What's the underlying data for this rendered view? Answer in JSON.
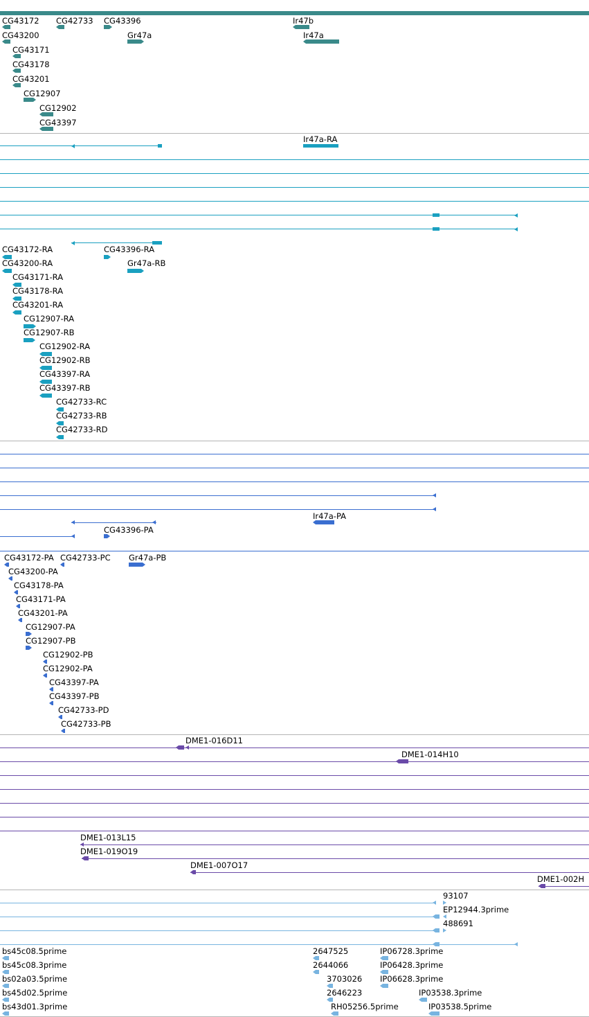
{
  "colors": {
    "gene": "#3a8a8a",
    "transcript": "#1aa0c0",
    "protein": "#3a6ed0",
    "clone": "#6a4aa8",
    "est": "#78b4e0",
    "divider": "#b4b4b4"
  },
  "tracks": {
    "genes": [
      {
        "label": "CG43172",
        "dir": "-"
      },
      {
        "label": "CG42733",
        "dir": "-"
      },
      {
        "label": "CG43396",
        "dir": "+"
      },
      {
        "label": "Ir47b",
        "dir": "-"
      },
      {
        "label": "CG43200",
        "dir": "-"
      },
      {
        "label": "Gr47a",
        "dir": "+"
      },
      {
        "label": "Ir47a",
        "dir": "-"
      },
      {
        "label": "CG43171",
        "dir": "-"
      },
      {
        "label": "CG43178",
        "dir": "-"
      },
      {
        "label": "CG43201",
        "dir": "-"
      },
      {
        "label": "CG12907",
        "dir": "+"
      },
      {
        "label": "CG12902",
        "dir": "-"
      },
      {
        "label": "CG43397",
        "dir": "-"
      }
    ],
    "transcripts": [
      {
        "label": "Ir47a-RA",
        "dir": "-"
      },
      {
        "label": "CG43172-RA",
        "dir": "-"
      },
      {
        "label": "CG43396-RA",
        "dir": "+"
      },
      {
        "label": "CG43200-RA",
        "dir": "-"
      },
      {
        "label": "Gr47a-RB",
        "dir": "+"
      },
      {
        "label": "CG43171-RA",
        "dir": "-"
      },
      {
        "label": "CG43178-RA",
        "dir": "-"
      },
      {
        "label": "CG43201-RA",
        "dir": "-"
      },
      {
        "label": "CG12907-RA",
        "dir": "+"
      },
      {
        "label": "CG12907-RB",
        "dir": "+"
      },
      {
        "label": "CG12902-RA",
        "dir": "-"
      },
      {
        "label": "CG12902-RB",
        "dir": "-"
      },
      {
        "label": "CG43397-RA",
        "dir": "-"
      },
      {
        "label": "CG43397-RB",
        "dir": "-"
      },
      {
        "label": "CG42733-RC",
        "dir": "-"
      },
      {
        "label": "CG42733-RB",
        "dir": "-"
      },
      {
        "label": "CG42733-RD",
        "dir": "-"
      }
    ],
    "proteins": [
      {
        "label": "Ir47a-PA",
        "dir": "-"
      },
      {
        "label": "CG43396-PA",
        "dir": "+"
      },
      {
        "label": "CG43172-PA",
        "dir": "-"
      },
      {
        "label": "CG42733-PC",
        "dir": "-"
      },
      {
        "label": "Gr47a-PB",
        "dir": "+"
      },
      {
        "label": "CG43200-PA",
        "dir": "-"
      },
      {
        "label": "CG43178-PA",
        "dir": "-"
      },
      {
        "label": "CG43171-PA",
        "dir": "-"
      },
      {
        "label": "CG43201-PA",
        "dir": "-"
      },
      {
        "label": "CG12907-PA",
        "dir": "+"
      },
      {
        "label": "CG12907-PB",
        "dir": "+"
      },
      {
        "label": "CG12902-PB",
        "dir": "-"
      },
      {
        "label": "CG12902-PA",
        "dir": "-"
      },
      {
        "label": "CG43397-PA",
        "dir": "-"
      },
      {
        "label": "CG43397-PB",
        "dir": "-"
      },
      {
        "label": "CG42733-PD",
        "dir": "-"
      },
      {
        "label": "CG42733-PB",
        "dir": "-"
      }
    ],
    "clones": [
      {
        "label": "DME1-016D11",
        "dir": "-"
      },
      {
        "label": "DME1-014H10",
        "dir": "-"
      },
      {
        "label": "DME1-013L15",
        "dir": "-"
      },
      {
        "label": "DME1-019O19",
        "dir": "-"
      },
      {
        "label": "DME1-007O17",
        "dir": "+"
      },
      {
        "label": "DME1-002H",
        "dir": "-"
      }
    ],
    "ests": [
      {
        "label": "93107",
        "dir": "+"
      },
      {
        "label": "EP12944.3prime",
        "dir": "+"
      },
      {
        "label": "488691",
        "dir": "+"
      },
      {
        "label": "bs45c08.5prime",
        "dir": "-"
      },
      {
        "label": "bs45c08.3prime",
        "dir": "-"
      },
      {
        "label": "bs02a03.5prime",
        "dir": "-"
      },
      {
        "label": "bs45d02.5prime",
        "dir": "-"
      },
      {
        "label": "bs43d01.3prime",
        "dir": "-"
      },
      {
        "label": "2647525",
        "dir": "-"
      },
      {
        "label": "2644066",
        "dir": "-"
      },
      {
        "label": "3703026",
        "dir": "-"
      },
      {
        "label": "2646223",
        "dir": "-"
      },
      {
        "label": "RH05256.5prime",
        "dir": "-"
      },
      {
        "label": "IP06728.3prime",
        "dir": "-"
      },
      {
        "label": "IP06428.3prime",
        "dir": "-"
      },
      {
        "label": "IP06628.3prime",
        "dir": "-"
      },
      {
        "label": "IP03538.3prime",
        "dir": "-"
      },
      {
        "label": "IP03538.5prime",
        "dir": "-"
      }
    ]
  }
}
